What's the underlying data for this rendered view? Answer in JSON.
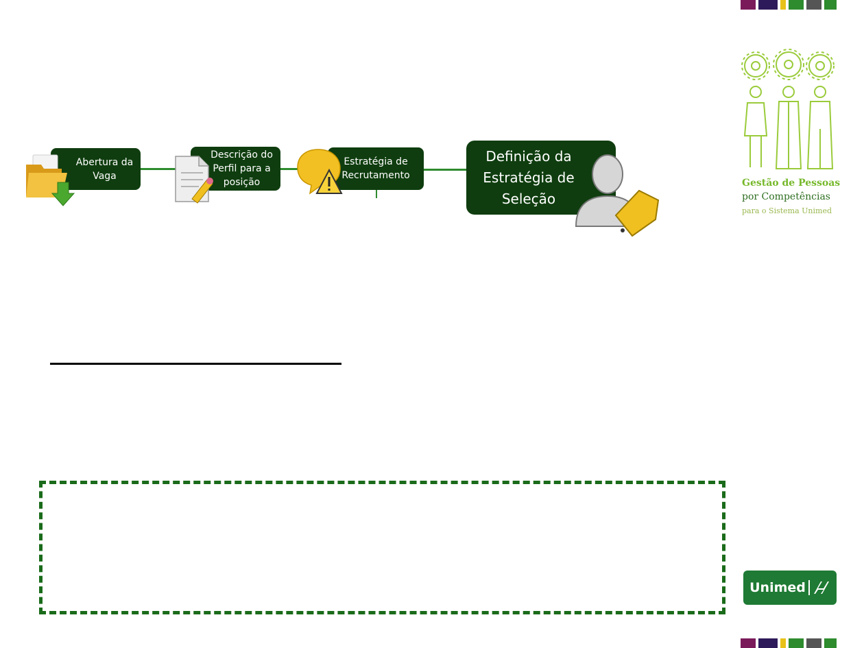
{
  "flow": {
    "steps": [
      {
        "label": "Abertura da Vaga"
      },
      {
        "label": "Descrição do Perfil para a posição"
      },
      {
        "label": "Estratégia de Recrutamento"
      },
      {
        "label": "Definição da Estratégia de Seleção"
      }
    ]
  },
  "brand": {
    "line1": "Gestão de Pessoas",
    "line2": "por Competências",
    "line3": "para o Sistema Unimed"
  },
  "unimed_logo": {
    "text": "Unimed"
  },
  "colors": {
    "step_fill": "#0f3d0f",
    "connector": "#2e8b2e",
    "dash_border": "#1a6b1a",
    "brand_light": "#76b82a",
    "brand_dark": "#2d6e1f",
    "unimed_green": "#1e7a34",
    "stripes": [
      "#7a1a5a",
      "#2d1a5a",
      "#e8c21a",
      "#2e8b2e",
      "#555555"
    ]
  }
}
